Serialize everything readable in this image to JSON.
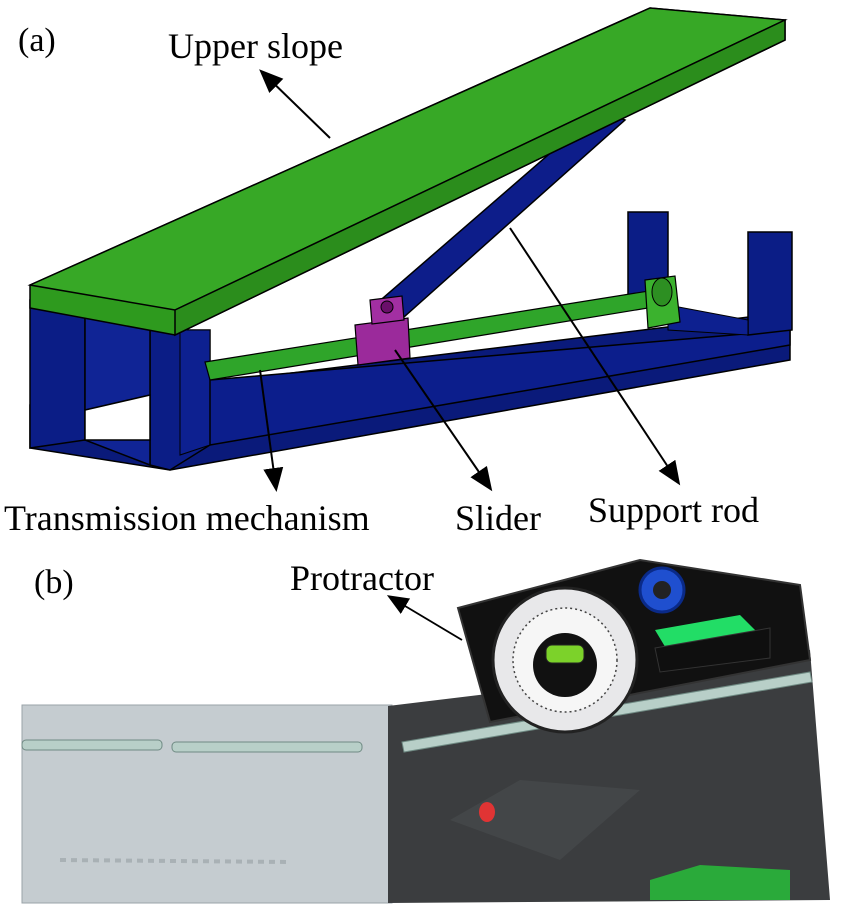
{
  "panel_a": {
    "label": "(a)",
    "callouts": {
      "upper_slope": "Upper slope",
      "transmission": "Transmission mechanism",
      "slider": "Slider",
      "support_rod": "Support rod"
    }
  },
  "panel_b": {
    "label": "(b)",
    "callouts": {
      "protractor": "Protractor"
    }
  },
  "colors": {
    "frame_blue": "#0a1a7a",
    "slope_green": "#2e9a1e",
    "slider_purple": "#8b1f8b",
    "rod_green": "#2fa52a"
  }
}
